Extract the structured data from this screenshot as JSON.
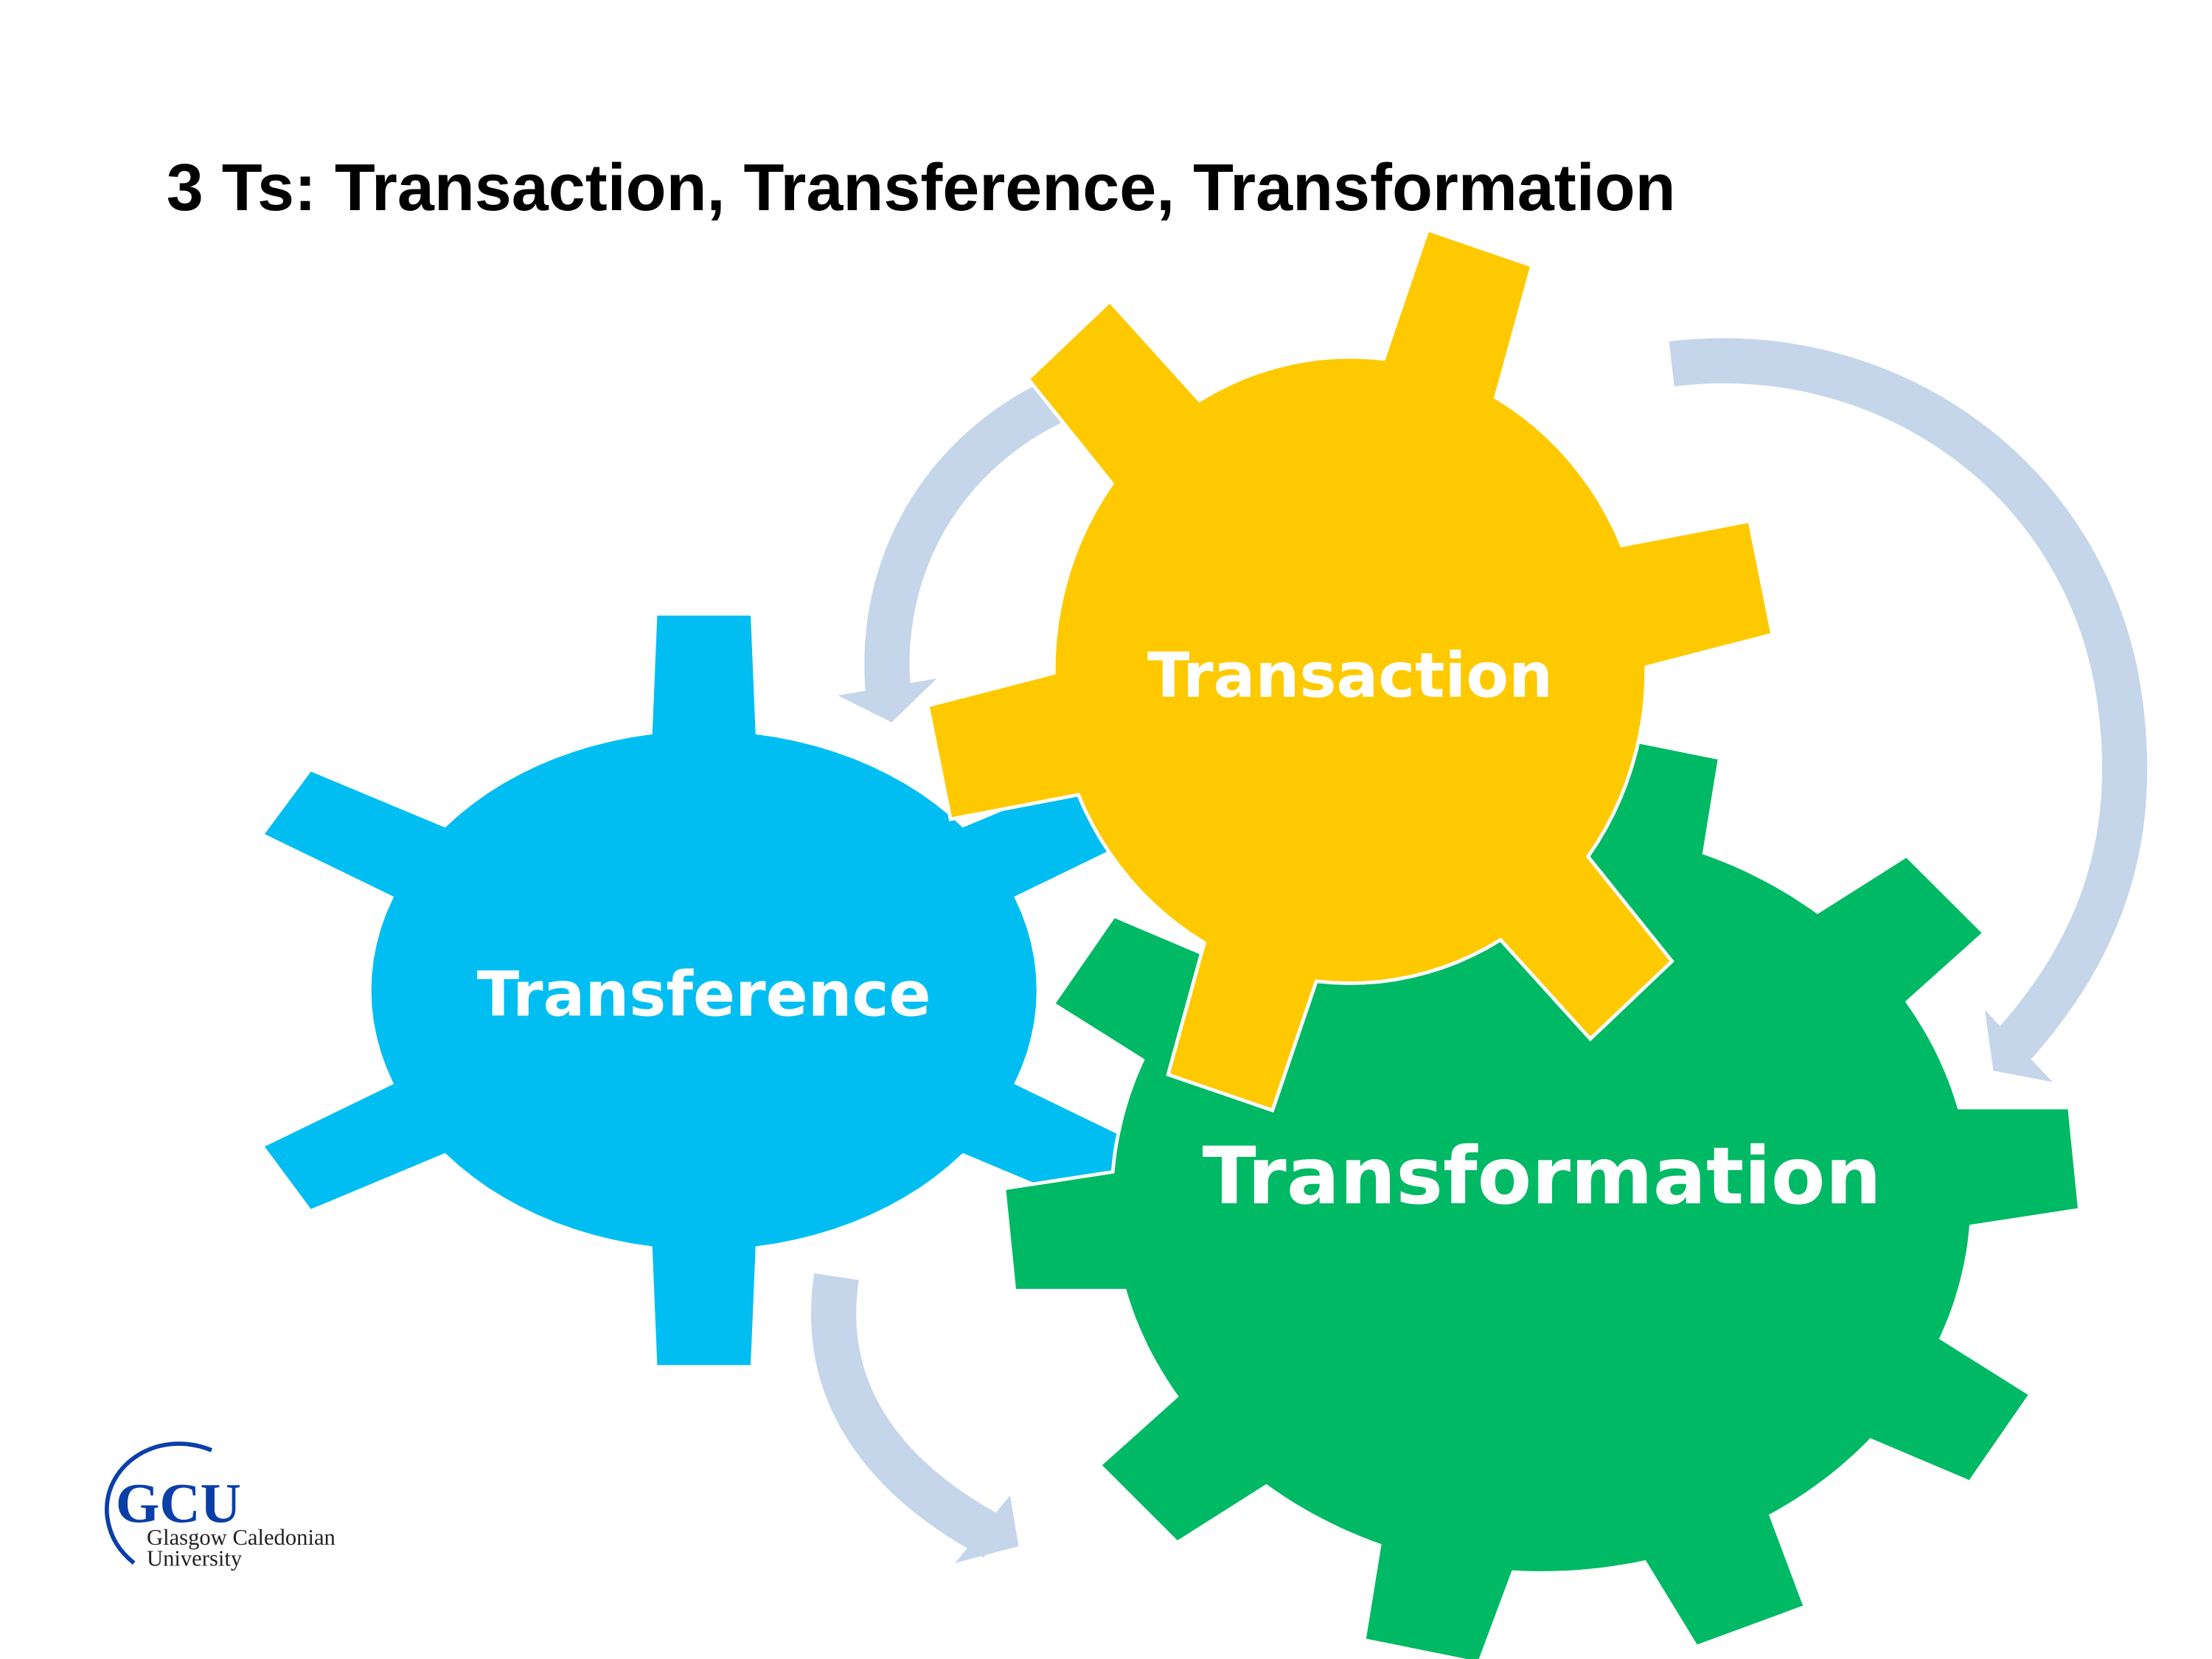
{
  "title": "3 Ts: Transaction, Transference, Transformation",
  "gears": [
    {
      "id": "transference",
      "label": "Transference",
      "color": "#00BEF2"
    },
    {
      "id": "transformation",
      "label": "Transformation",
      "color": "#00B964"
    },
    {
      "id": "transaction",
      "label": "Transaction",
      "color": "#FFC900"
    }
  ],
  "arrow_color": "#C5D5EA",
  "logo": {
    "abbr": "GCU",
    "line1": "Glasgow Caledonian",
    "line2": "University",
    "color": "#0A3FA8"
  }
}
